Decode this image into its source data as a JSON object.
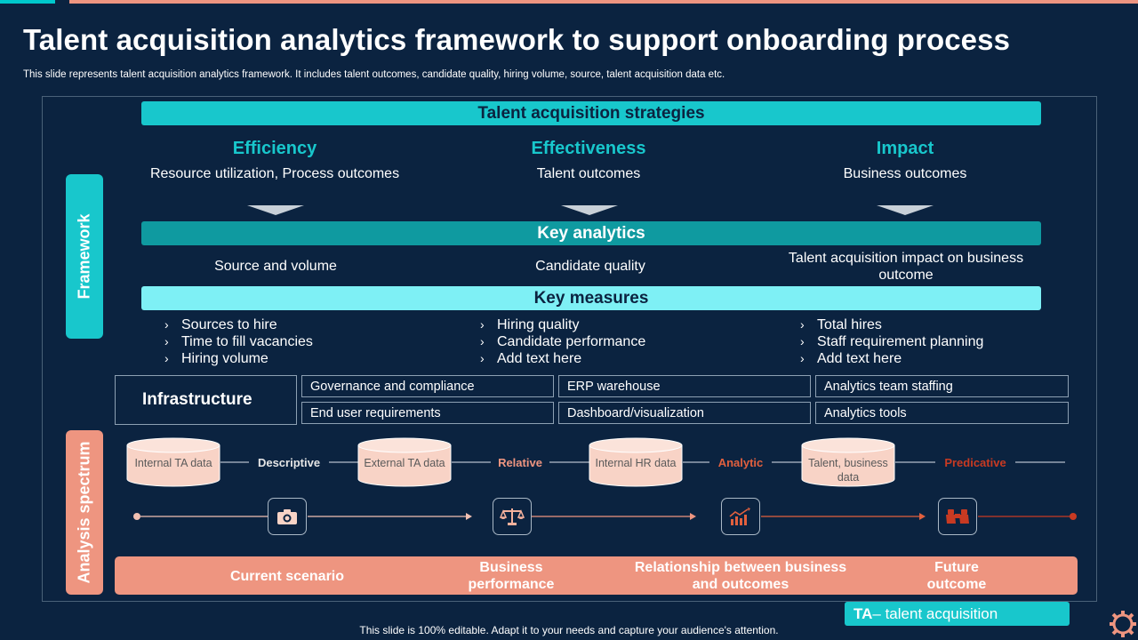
{
  "header": {
    "title": "Talent acquisition analytics framework to support onboarding process",
    "subtitle": "This slide represents talent acquisition analytics framework. It includes talent outcomes, candidate quality, hiring volume, source, talent acquisition data etc."
  },
  "side_tabs": {
    "framework": "Framework",
    "analysis": "Analysis spectrum"
  },
  "strategies": {
    "bar_label": "Talent acquisition strategies",
    "columns": [
      {
        "head": "Efficiency",
        "text": "Resource utilization, Process outcomes"
      },
      {
        "head": "Effectiveness",
        "text": "Talent outcomes"
      },
      {
        "head": "Impact",
        "text": "Business outcomes"
      }
    ]
  },
  "key_analytics": {
    "bar_label": "Key analytics",
    "items": [
      "Source and volume",
      "Candidate quality",
      "Talent acquisition impact on business outcome"
    ]
  },
  "key_measures": {
    "bar_label": "Key measures",
    "chevron": "›",
    "columns": [
      [
        "Sources to hire",
        "Time to fill vacancies",
        "Hiring volume"
      ],
      [
        "Hiring quality",
        "Candidate performance",
        "Add text here"
      ],
      [
        "Total hires",
        "Staff requirement planning",
        "Add text here"
      ]
    ]
  },
  "infrastructure": {
    "label": "Infrastructure",
    "cells": [
      [
        "Governance and compliance",
        "ERP warehouse",
        "Analytics team staffing"
      ],
      [
        "End user requirements",
        "Dashboard/visualization",
        "Analytics tools"
      ]
    ]
  },
  "spectrum": {
    "data_sources": [
      "Internal TA data",
      "External TA data",
      "Internal HR data",
      "Talent, business data"
    ],
    "stages": [
      {
        "label": "Descriptive",
        "color": "#e6e6e6"
      },
      {
        "label": "Relative",
        "color": "#ee9580"
      },
      {
        "label": "Analytic",
        "color": "#e2603e"
      },
      {
        "label": "Predicative",
        "color": "#c83a22"
      }
    ],
    "icons": [
      "camera-icon",
      "scale-icon",
      "chart-icon",
      "binoculars-icon"
    ],
    "outcomes": [
      "Current scenario",
      "Business performance",
      "Relationship between business and outcomes",
      "Future outcome"
    ]
  },
  "legend": {
    "abbr": "TA",
    "text": " – talent acquisition"
  },
  "footer": "This slide is 100% editable. Adapt it to your needs and capture your audience's attention.",
  "colors": {
    "background": "#0b2340",
    "teal": "#18c7cc",
    "salmon": "#ee9580"
  }
}
